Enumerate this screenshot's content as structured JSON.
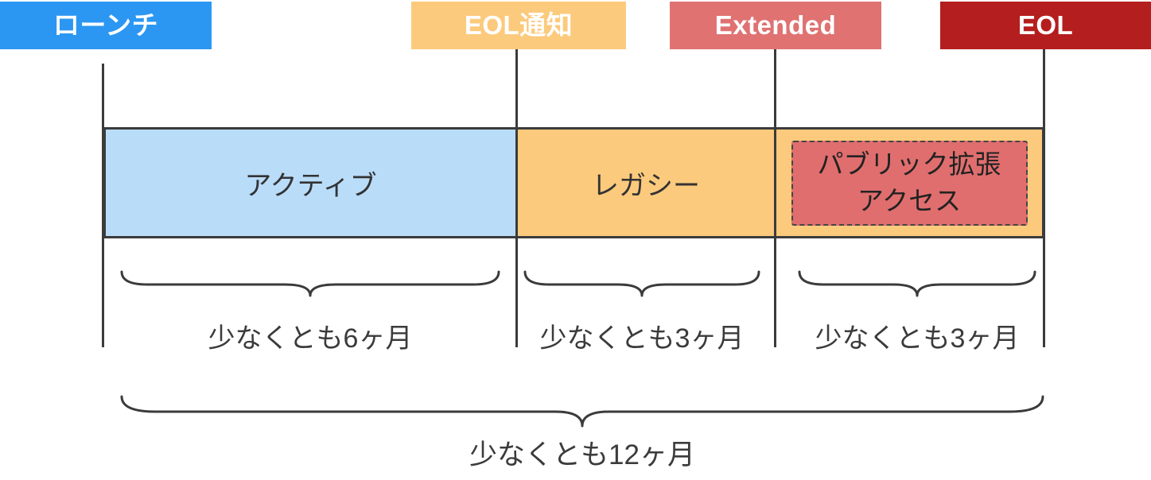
{
  "milestones": [
    {
      "id": "launch",
      "label": "ローンチ",
      "color": "#2B97F3"
    },
    {
      "id": "eol-notice",
      "label": "EOL通知",
      "color": "#FCCA7D"
    },
    {
      "id": "extended",
      "label": "Extended",
      "color": "#E07272"
    },
    {
      "id": "eol",
      "label": "EOL",
      "color": "#B51E1E"
    }
  ],
  "phases": [
    {
      "id": "active",
      "label": "アクティブ",
      "color": "#B9DCF9",
      "duration": "少なくとも6ヶ月"
    },
    {
      "id": "legacy",
      "label": "レガシー",
      "color": "#FCCA7D",
      "duration": "少なくとも3ヶ月"
    },
    {
      "id": "public-extended",
      "label": "パブリック拡張\nアクセス",
      "color": "#E06E6E",
      "container_color": "#FCCA7D",
      "duration": "少なくとも3ヶ月"
    }
  ],
  "total": {
    "duration": "少なくとも12ヶ月"
  },
  "line_color": "#3B3B3B"
}
